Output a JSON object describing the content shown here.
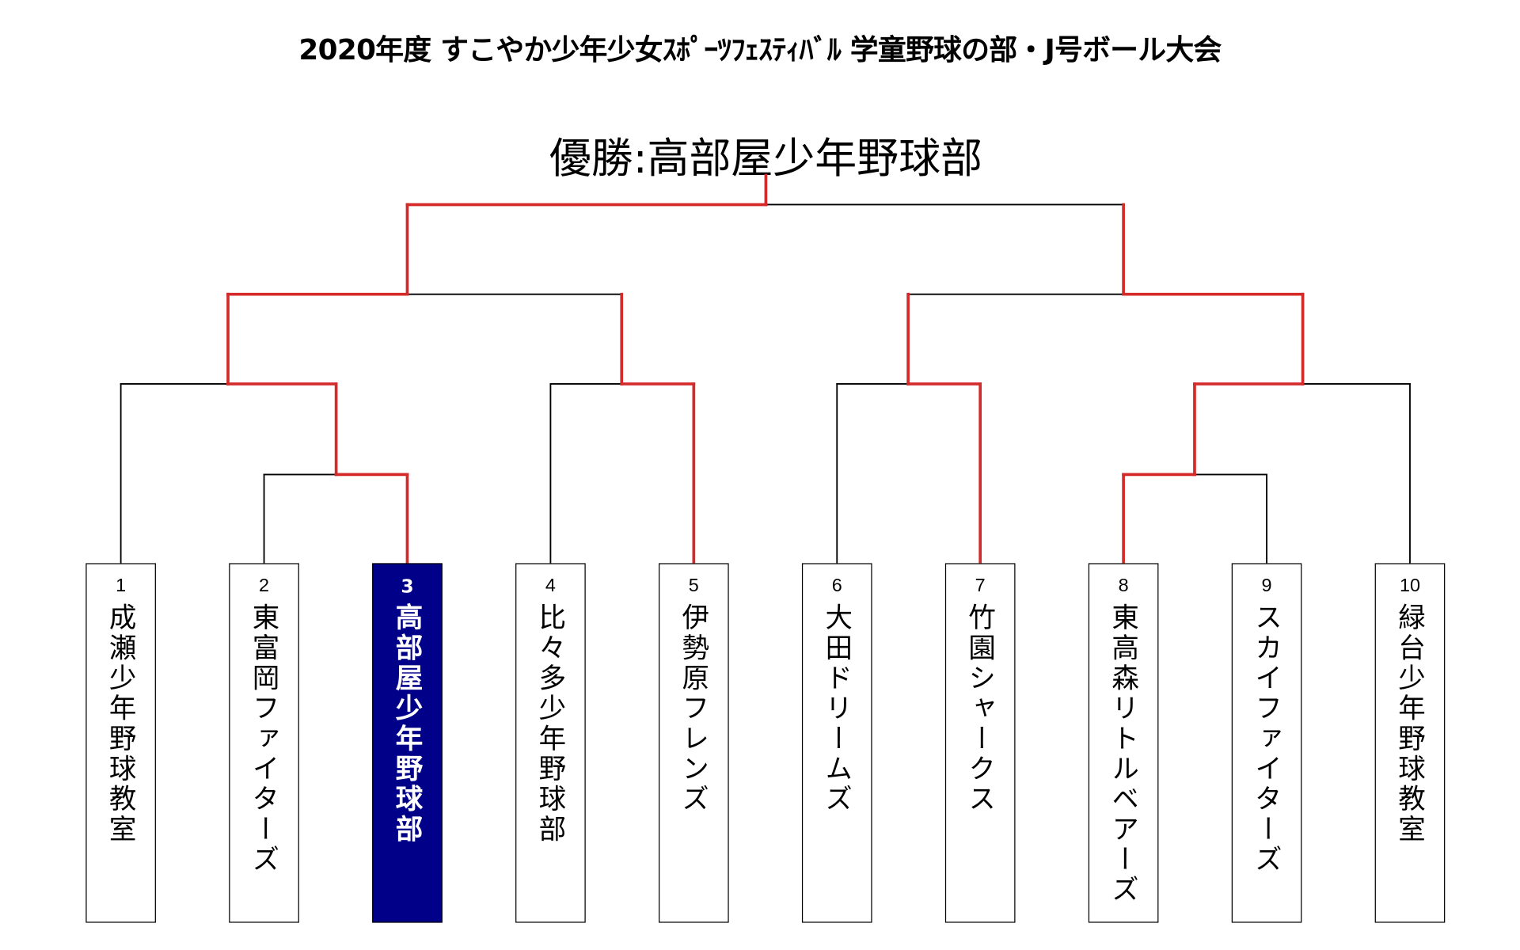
{
  "title": "2020年度 すこやか少年少女ｽﾎﾟｰﾂﾌｪｽﾃｨﾊﾞﾙ 学童野球の部・J号ボール大会",
  "champion": "優勝:高部屋少年野球部",
  "colors": {
    "win_line": "#d42a2a",
    "line": "#000000",
    "winner_box": "#000088"
  },
  "teams": [
    {
      "num": "1",
      "name": "成瀬少年野球教室"
    },
    {
      "num": "2",
      "name": "東富岡ファイターズ"
    },
    {
      "num": "3",
      "name": "高部屋少年野球部",
      "winner": true
    },
    {
      "num": "4",
      "name": "比々多少年野球部"
    },
    {
      "num": "5",
      "name": "伊勢原フレンズ"
    },
    {
      "num": "6",
      "name": "大田ドリームズ"
    },
    {
      "num": "7",
      "name": "竹園シャークス"
    },
    {
      "num": "8",
      "name": "東高森リトルベアーズ"
    },
    {
      "num": "9",
      "name": "スカイファイターズ"
    },
    {
      "num": "10",
      "name": "緑台少年野球教室"
    }
  ]
}
